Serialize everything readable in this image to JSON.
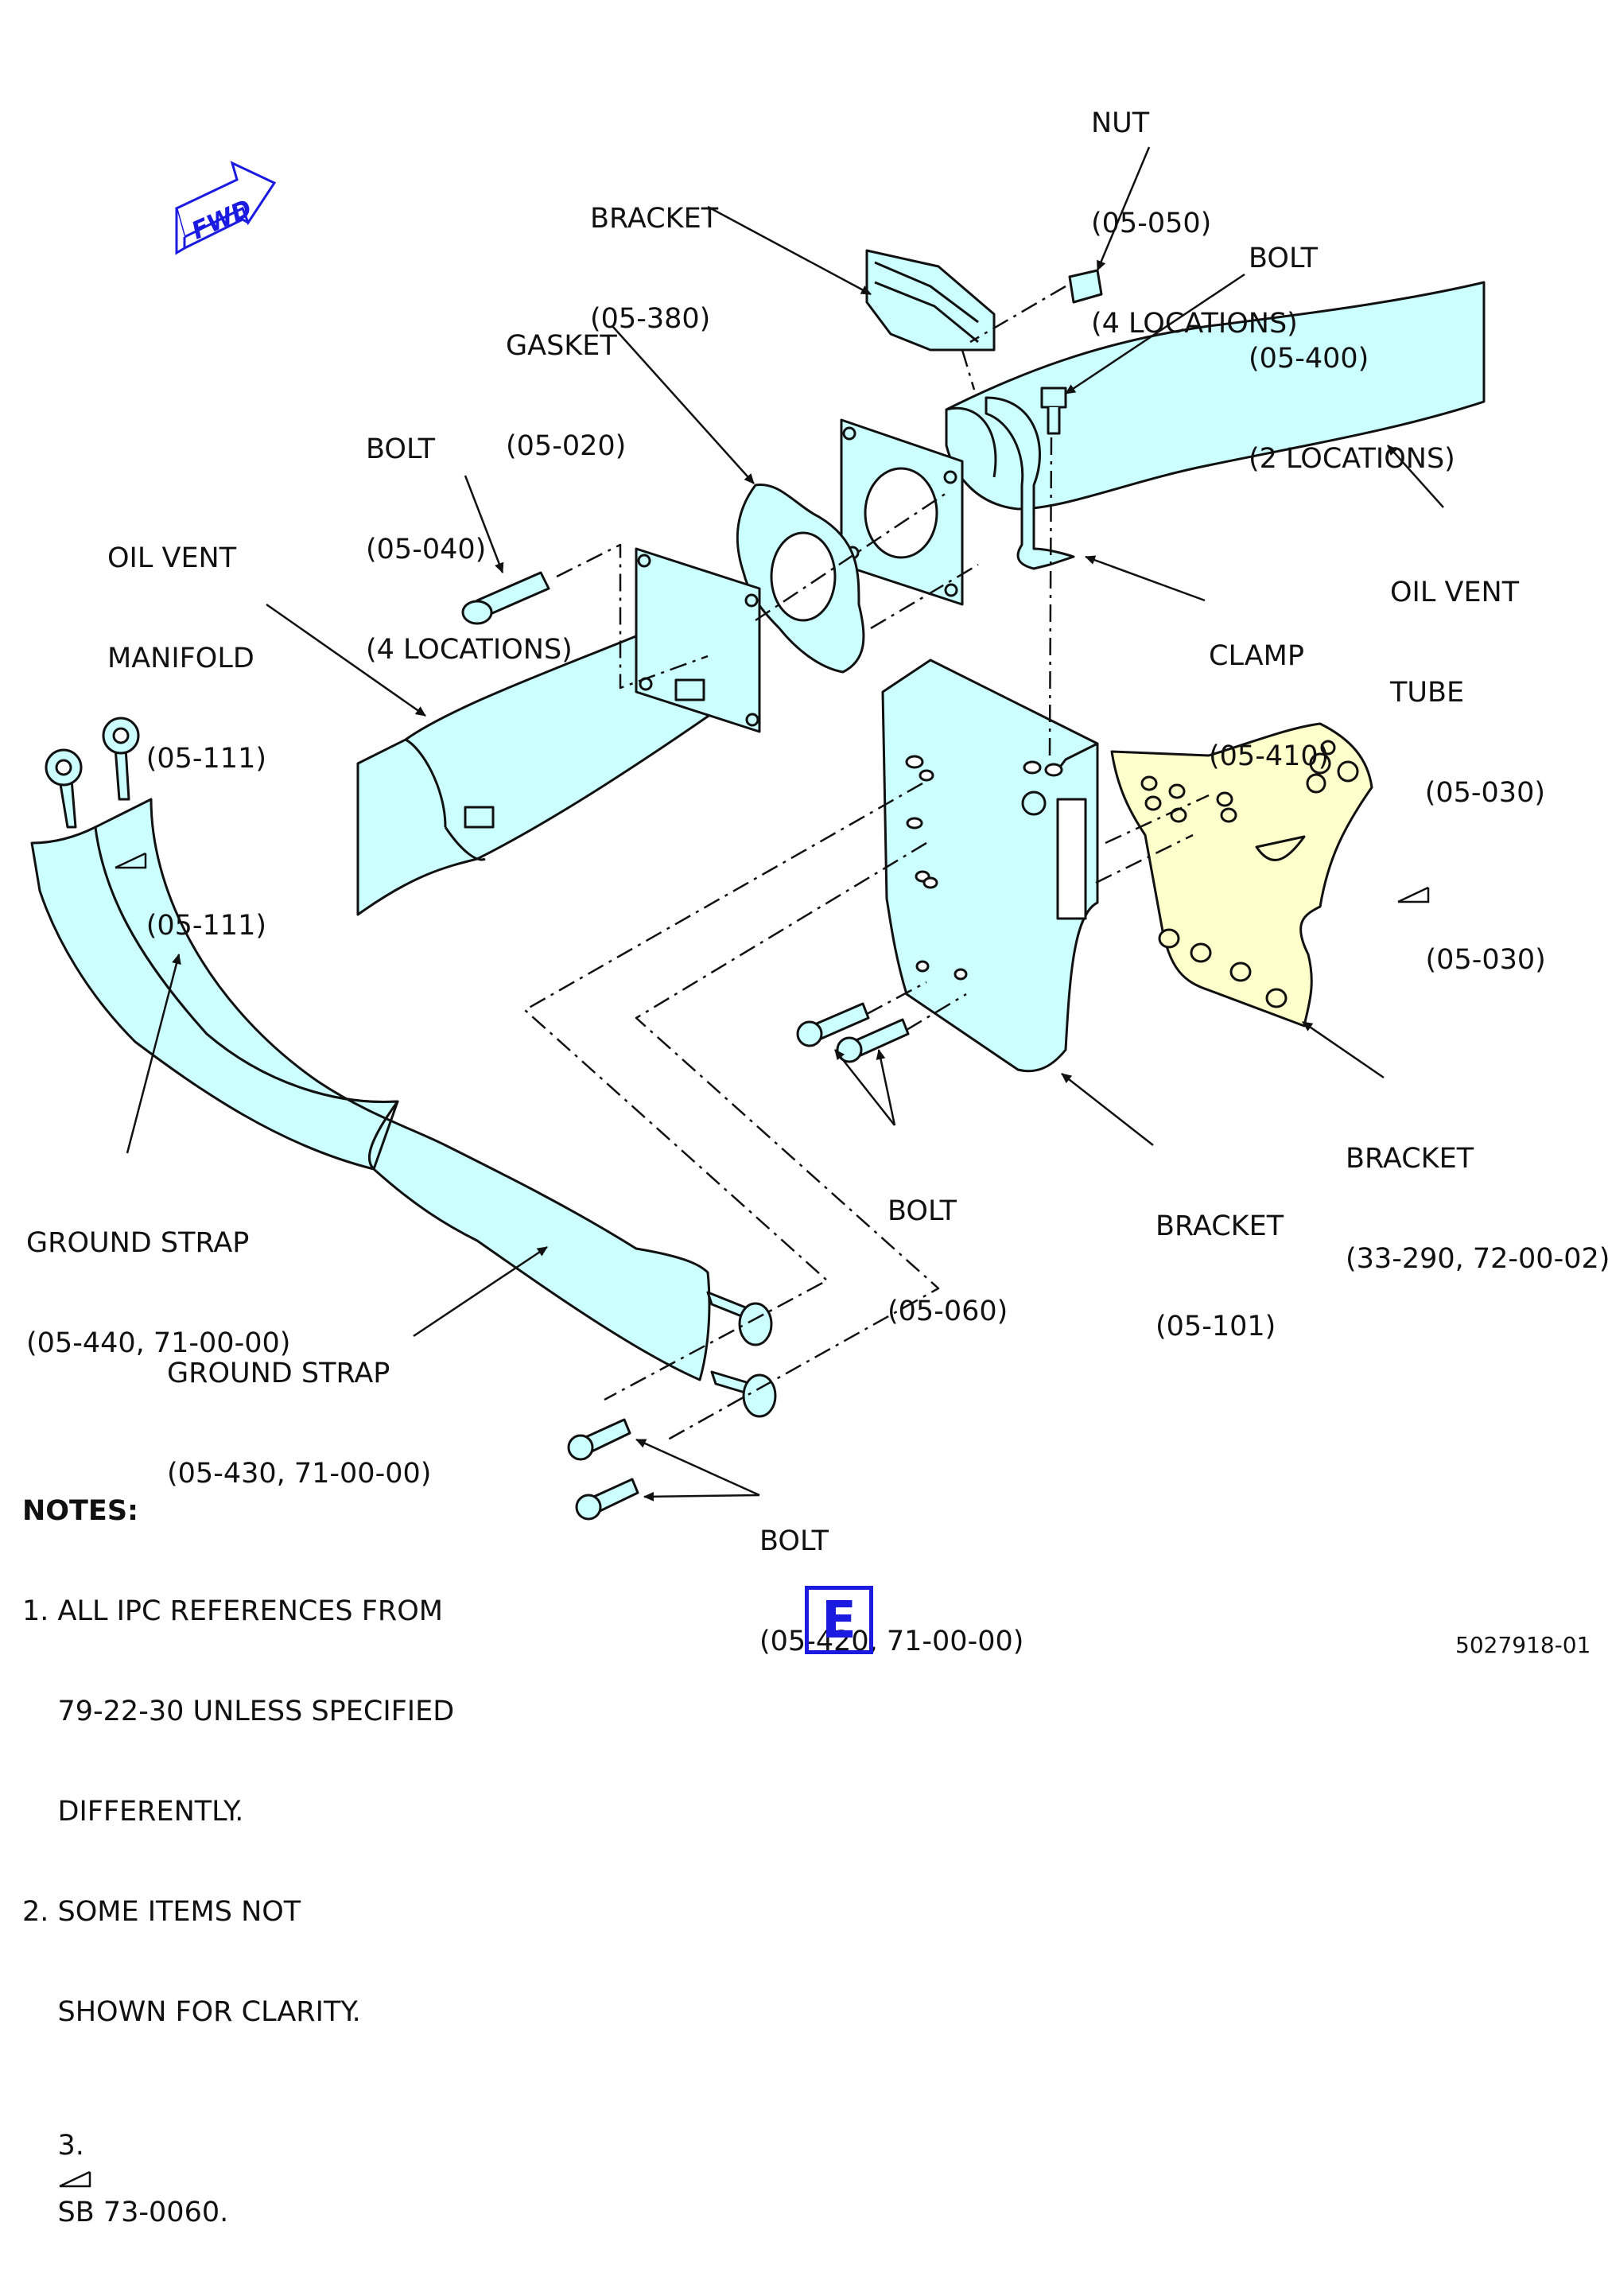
{
  "orientation": {
    "fwd_label": "FWD",
    "color": "#1a1ae0"
  },
  "view_id": "E",
  "drawing_number": "5027918-01",
  "colors": {
    "part_fill": "#ccffff",
    "bracket_tan": "#ffffcc",
    "line": "#111111",
    "accent": "#1a1ae0"
  },
  "callouts": {
    "nut": {
      "lines": [
        "NUT",
        "(05-050)",
        "(4 LOCATIONS)"
      ]
    },
    "bracket_380": {
      "lines": [
        "BRACKET",
        "(05-380)"
      ]
    },
    "bolt_400": {
      "lines": [
        "BOLT",
        "(05-400)",
        "(2 LOCATIONS)"
      ]
    },
    "gasket": {
      "lines": [
        "GASKET",
        "(05-020)"
      ]
    },
    "bolt_040": {
      "lines": [
        "BOLT",
        "(05-040)",
        "(4 LOCATIONS)"
      ]
    },
    "manifold": {
      "lines": [
        "OIL VENT",
        "MANIFOLD",
        "(05-111)",
        "(05-111)"
      ]
    },
    "vent_tube": {
      "lines": [
        "OIL VENT",
        "TUBE",
        "(05-030)",
        "(05-030)"
      ]
    },
    "clamp": {
      "lines": [
        "CLAMP",
        "(05-410)"
      ]
    },
    "bracket_33290": {
      "lines": [
        "BRACKET",
        "(33-290, 72-00-02)"
      ]
    },
    "bolt_060": {
      "lines": [
        "BOLT",
        "(05-060)"
      ]
    },
    "bracket_101": {
      "lines": [
        "BRACKET",
        "(05-101)"
      ]
    },
    "ground_440": {
      "lines": [
        "GROUND STRAP",
        "(05-440, 71-00-00)"
      ]
    },
    "ground_430": {
      "lines": [
        "GROUND STRAP",
        "(05-430, 71-00-00)"
      ]
    },
    "bolt_420": {
      "lines": [
        "BOLT",
        "(05-420, 71-00-00)"
      ]
    }
  },
  "notes": {
    "heading": "NOTES:",
    "items": [
      "1. ALL IPC REFERENCES FROM",
      "    79-22-30 UNLESS SPECIFIED",
      "    DIFFERENTLY.",
      "2. SOME ITEMS NOT",
      "    SHOWN FOR CLARITY.",
      "3.",
      "SB 73-0060."
    ]
  }
}
